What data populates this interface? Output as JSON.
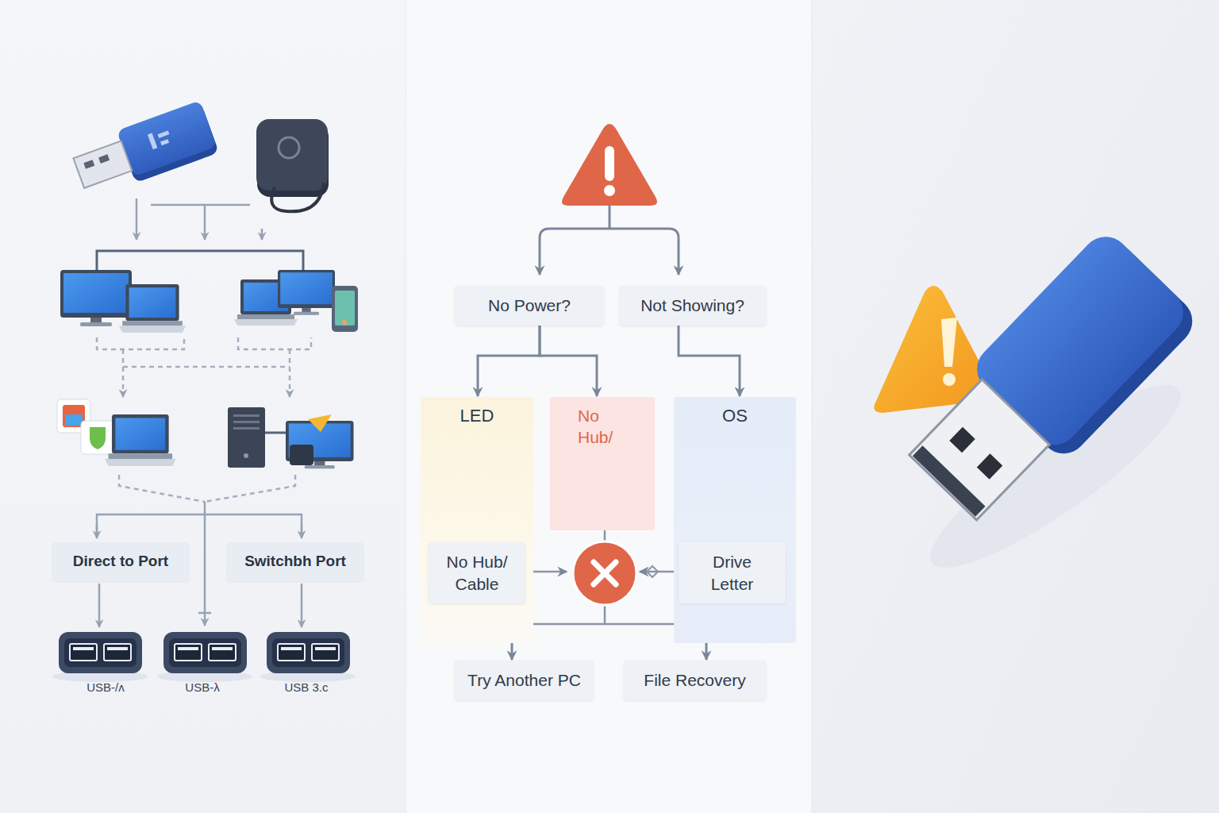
{
  "diagram": {
    "nodes": [
      {
        "text": [
          "Direct to Port"
        ]
      },
      {
        "text": [
          "Switchbh Port"
        ]
      },
      {
        "text": [
          "No Power?"
        ]
      },
      {
        "text": [
          "Not Showing?"
        ]
      },
      {
        "text": [
          "LED"
        ]
      },
      {
        "text": [
          "No Hub/"
        ]
      },
      {
        "text": [
          "OS"
        ]
      },
      {
        "text": [
          "No Hub/ Cable"
        ],
        "in": 4
      },
      {
        "text": [
          "Drive Letter"
        ],
        "in": 6
      },
      {
        "text": [
          "Try Another PC"
        ]
      },
      {
        "text": [
          "File Recovery"
        ]
      }
    ],
    "edges": [
      {
        "from": 2,
        "to": 4,
        "arrow": "to"
      },
      {
        "from": 2,
        "to": 5,
        "arrow": "to"
      },
      {
        "from": 3,
        "to": 6,
        "arrow": "to"
      },
      {
        "from": 4,
        "to": 9,
        "arrow": "to"
      },
      {
        "from": 6,
        "to": 10,
        "arrow": "to"
      }
    ],
    "labels": [
      "USB-/ʌ",
      "USB-λ",
      "USB 3.c"
    ]
  }
}
